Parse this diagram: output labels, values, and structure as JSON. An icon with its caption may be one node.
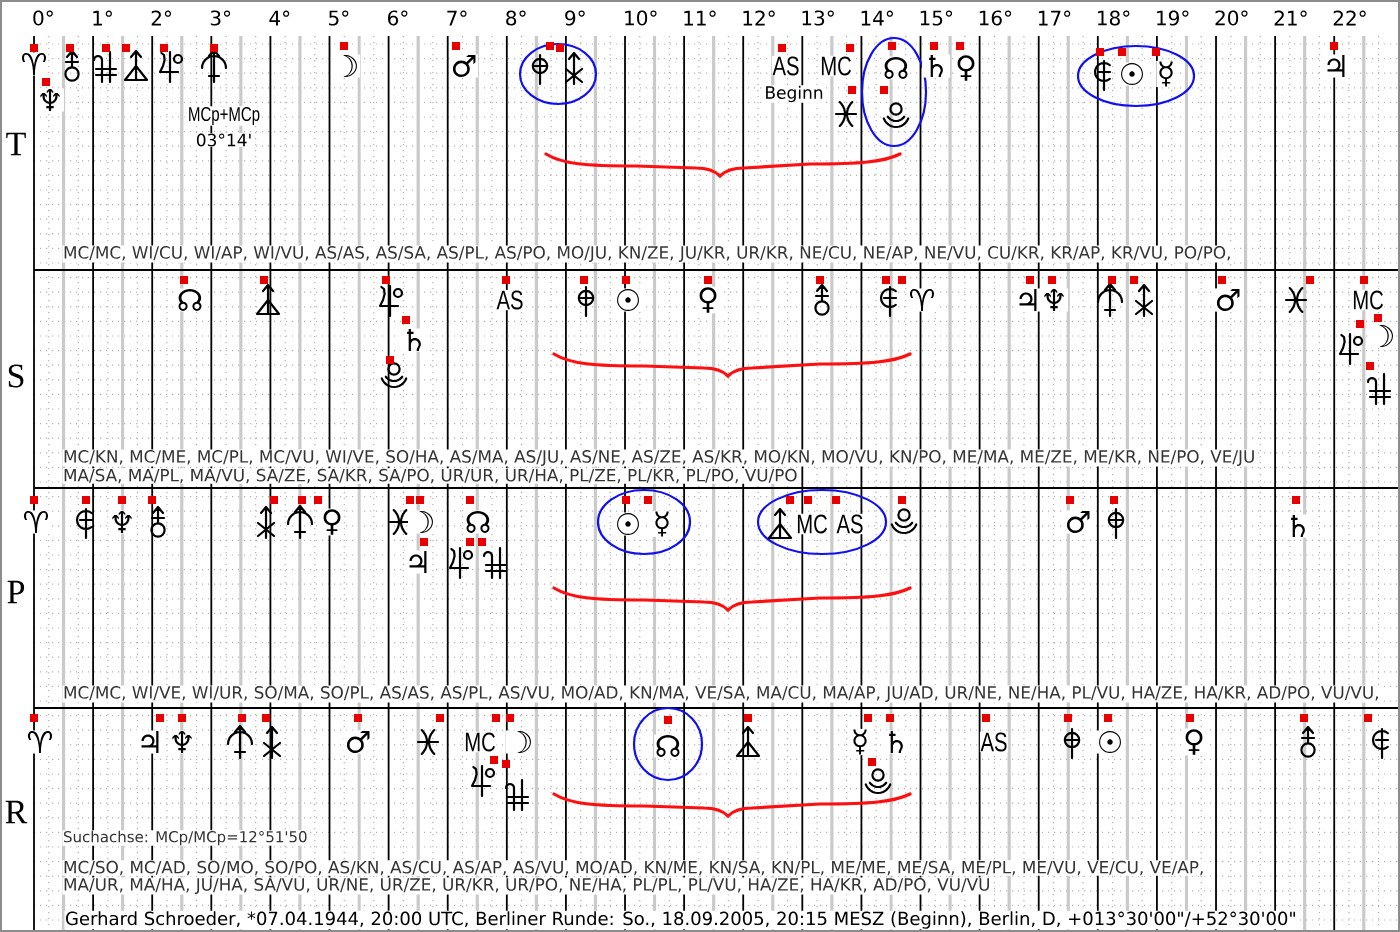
{
  "diagram": {
    "nodes": [
      {
        "text": [],
        "shape": "ellipse"
      },
      {
        "text": [
          "☊"
        ]
      },
      {
        "text": [
          "☉",
          "☿"
        ]
      },
      {
        "text": [
          "☉",
          "☿"
        ]
      },
      {
        "text": [
          "MC",
          "AS"
        ]
      },
      {
        "text": [
          "☊"
        ]
      }
    ],
    "labels": [
      "0°",
      "1°",
      "2°",
      "3°",
      "4°",
      "5°",
      "6°",
      "7°",
      "8°",
      "9°",
      "10°",
      "11°",
      "12°",
      "13°",
      "14°",
      "15°",
      "16°",
      "17°",
      "18°",
      "19°",
      "20°",
      "21°",
      "22°",
      "T",
      "♈",
      "♆",
      "MCp+MCp",
      "03°14'",
      "☽",
      "♂",
      "AS",
      "Beginn",
      "MC",
      "♄",
      "♀",
      "♃",
      "MC/MC, WI/CU, WI/AP, WI/VU, AS/AS, AS/SA, AS/PL, AS/PO, MO/JU, KN/ZE, JU/KR, UR/KR, NE/CU, NE/AP, NE/VU, CU/KR, KR/AP, KR/VU, PO/PO,",
      "S",
      "☊",
      "♄",
      "AS",
      "☉",
      "♀",
      "♈",
      "♃",
      "♆",
      "♂",
      "MC",
      "☽",
      "MC/KN, MC/ME, MC/PL, MC/VU, WI/VE, SO/HA, AS/MA, AS/JU, AS/NE, AS/ZE, AS/KR, MO/KN, MO/VU, KN/PO, ME/MA, ME/ZE, ME/KR, NE/PO, VE/JU",
      "MA/SA, MA/PL, MA/VU, SA/ZE, SA/KR, SA/PO, UR/UR, UR/HA, PL/ZE, PL/KR, PL/PO, VU/PO",
      "P",
      "♈",
      "♆",
      "♀",
      "♃",
      "☽",
      "☊",
      "♂",
      "♄",
      "MC/MC, WI/VE, WI/UR, SO/MA, SO/PL, AS/AS, AS/PL, AS/VU, MO/AD, KN/MA, VE/SA, MA/CU, MA/AP, JU/AD, UR/NE, NE/HA, PL/VU, HA/ZE, HA/KR, AD/PO, VU/VU,",
      "R",
      "♈",
      "♃",
      "♆",
      "♂",
      "MC",
      "☽",
      "☿",
      "♄",
      "AS",
      "☉",
      "♀",
      "Suchachse: MCp/MCp=12°51'50",
      "MC/SO, MC/AD, SO/MO, SO/PO, AS/KN, AS/CU, AS/AP, AS/VU, MO/AD, KN/ME, KN/SA, KN/PL, ME/ME, ME/SA, ME/PL, ME/VU, VE/CU, VE/AP,",
      "MA/UR, MA/HA, JU/HA, SA/VU, UR/NE, UR/ZE, UR/KR, UR/PO, NE/HA, PL/PL, PL/VU, HA/ZE, HA/KR, AD/PO, VU/VU",
      "Gerhard Schroeder, *07.04.1944, 20:00 UTC, Berliner Runde: So., 18.09.2005, 20:15 MESZ (Beginn), Berlin, D, +013°30'00\"/+52°30'00\""
    ]
  }
}
